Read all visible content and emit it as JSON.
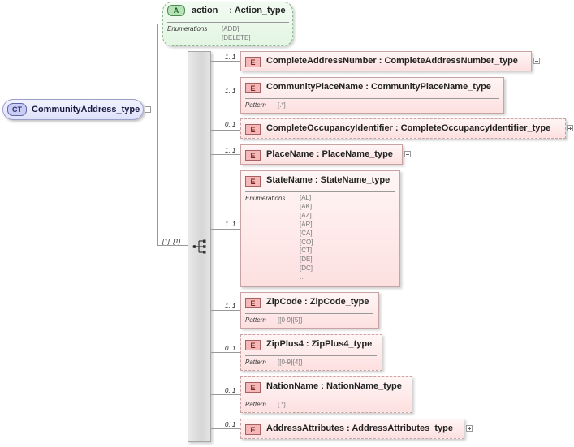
{
  "complex_type": {
    "badge": "CT",
    "name": "CommunityAddress_type"
  },
  "attribute": {
    "badge": "A",
    "name": "action",
    "type": ": Action_type",
    "facet_label": "Enumerations",
    "facet_values": "[ADD]\n[DELETE]"
  },
  "sequence": {
    "cardinality": "[1]..[1]",
    "icon": "sequence-icon"
  },
  "elements": [
    {
      "badge": "E",
      "title": "CompleteAddressNumber : CompleteAddressNumber_type",
      "cardinality": "1..1",
      "optional": false,
      "expandable": true
    },
    {
      "badge": "E",
      "title": "CommunityPlaceName : CommunityPlaceName_type",
      "cardinality": "1..1",
      "optional": false,
      "expandable": false,
      "facet_label": "Pattern",
      "facet_values": "[.*]"
    },
    {
      "badge": "E",
      "title": "CompleteOccupancyIdentifier : CompleteOccupancyIdentifier_type",
      "cardinality": "0..1",
      "optional": true,
      "expandable": true
    },
    {
      "badge": "E",
      "title": "PlaceName : PlaceName_type",
      "cardinality": "1..1",
      "optional": false,
      "expandable": true
    },
    {
      "badge": "E",
      "title": "StateName : StateName_type",
      "cardinality": "1..1",
      "optional": false,
      "expandable": false,
      "facet_label": "Enumerations",
      "facet_values": "[AL]\n[AK]\n[AZ]\n[AR]\n[CA]\n[CO]\n[CT]\n[DE]\n[DC]\n..."
    },
    {
      "badge": "E",
      "title": "ZipCode  : ZipCode_type",
      "cardinality": "1..1",
      "optional": false,
      "expandable": false,
      "facet_label": "Pattern",
      "facet_values": "[[0-9]{5}]"
    },
    {
      "badge": "E",
      "title": "ZipPlus4 : ZipPlus4_type",
      "cardinality": "0..1",
      "optional": true,
      "expandable": false,
      "facet_label": "Pattern",
      "facet_values": "[[0-9]{4}]"
    },
    {
      "badge": "E",
      "title": "NationName : NationName_type",
      "cardinality": "0..1",
      "optional": true,
      "expandable": false,
      "facet_label": "Pattern",
      "facet_values": "[.*]"
    },
    {
      "badge": "E",
      "title": "AddressAttributes : AddressAttributes_type",
      "cardinality": "0..1",
      "optional": true,
      "expandable": true
    }
  ]
}
